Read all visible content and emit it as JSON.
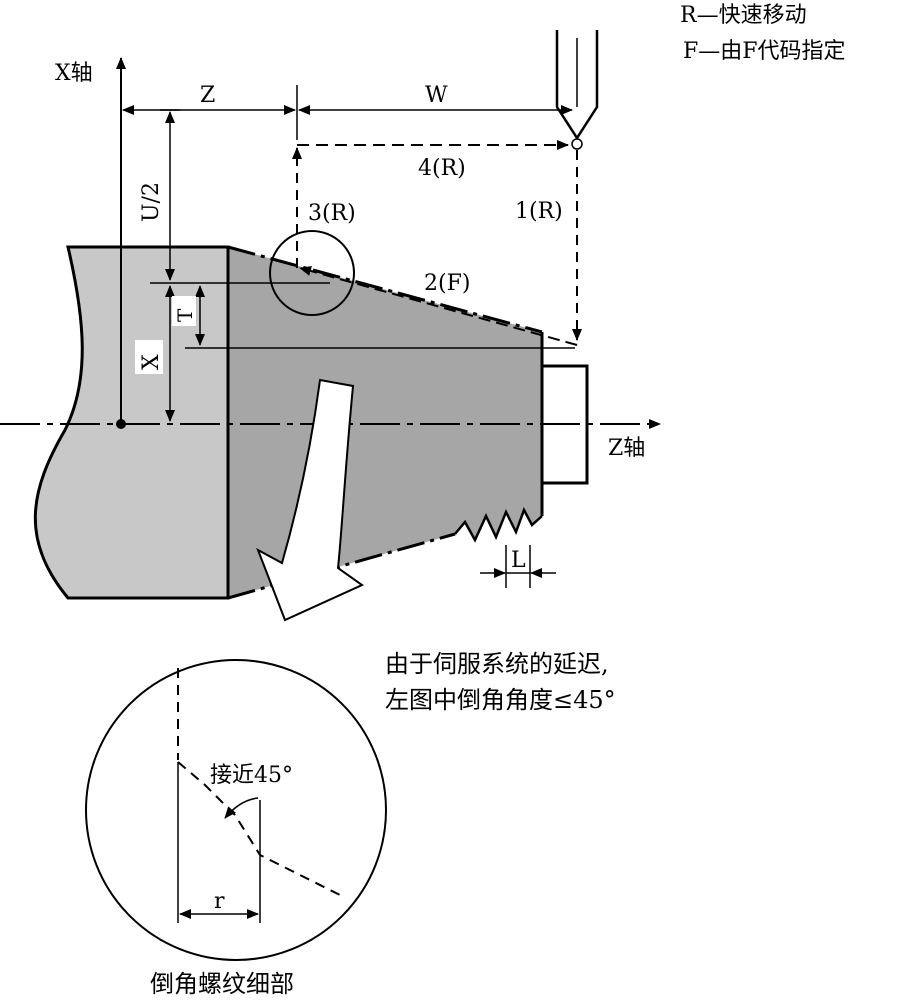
{
  "legend": {
    "rapid": "R—快速移动",
    "feed": "F—由F代码指定"
  },
  "axes": {
    "x_axis": "X轴",
    "z_axis": "Z轴"
  },
  "dimensions": {
    "z": "Z",
    "w": "W",
    "u_half": "U/2",
    "x": "X",
    "t": "T",
    "l": "L",
    "r": "r"
  },
  "path_steps": {
    "step1": "1(R)",
    "step2": "2(F)",
    "step3": "3(R)",
    "step4": "4(R)"
  },
  "notes": {
    "line1": "由于伺服系统的延迟,",
    "line2": "左图中倒角角度≤45°"
  },
  "detail": {
    "angle_label": "接近45°",
    "caption": "倒角螺纹细部"
  }
}
